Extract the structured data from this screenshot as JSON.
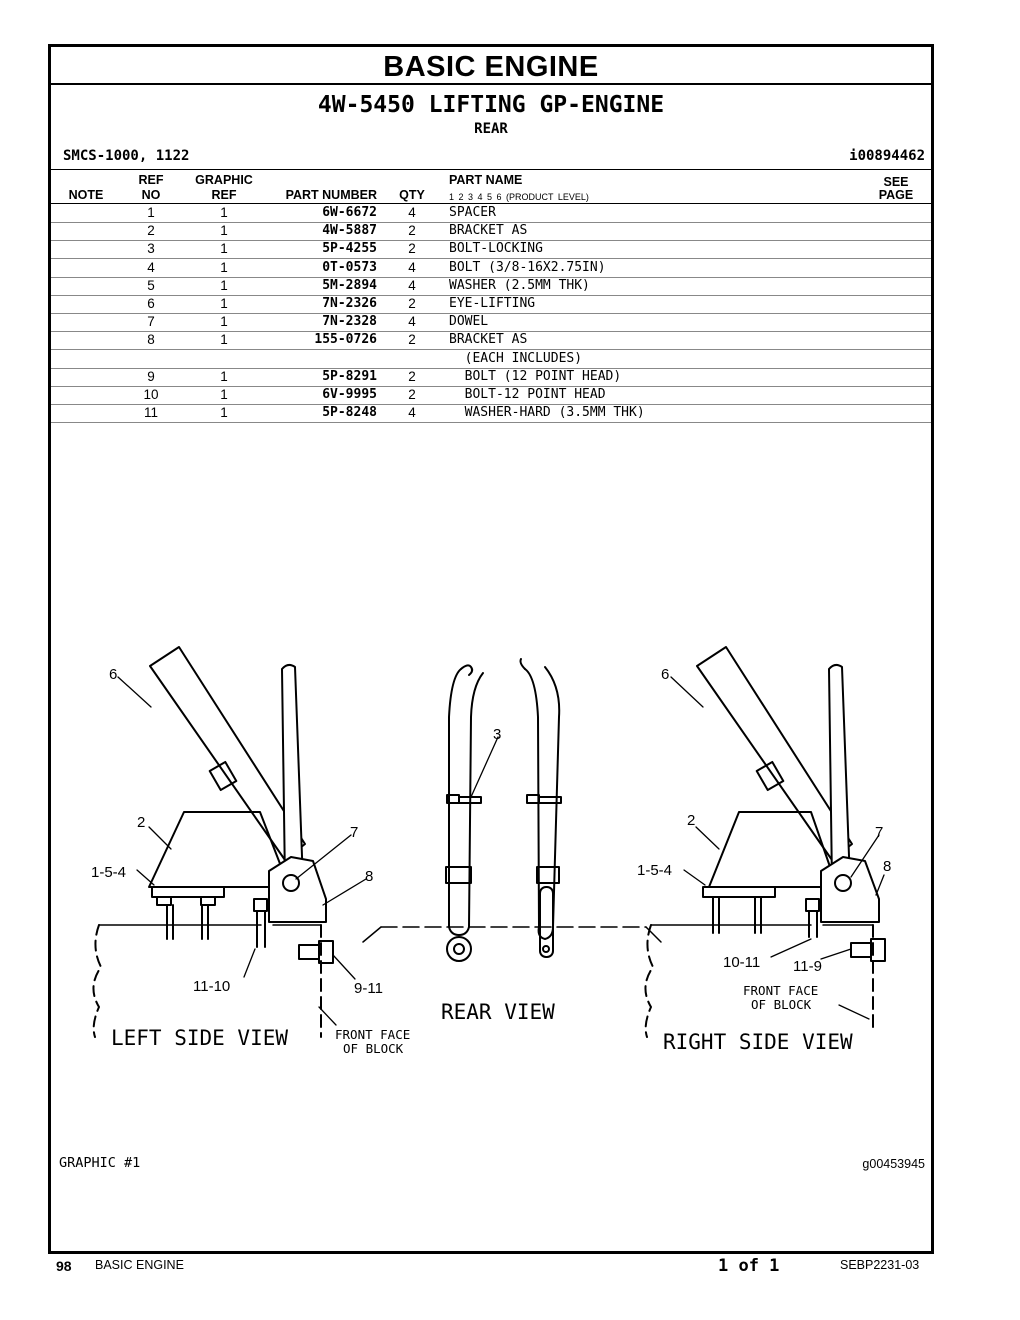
{
  "header": {
    "section_title": "BASIC ENGINE",
    "group_title": "4W-5450 LIFTING GP-ENGINE",
    "group_sub": "REAR",
    "smcs": "SMCS-1000, 1122",
    "doc_id": "i00894462"
  },
  "table": {
    "columns": {
      "note": "NOTE",
      "ref_top": "REF",
      "ref_bottom": "NO",
      "graphic_top": "GRAPHIC",
      "graphic_bottom": "REF",
      "part_number": "PART NUMBER",
      "qty": "QTY",
      "part_name": "PART NAME",
      "levels": "1   2   3   4   5   6   (PRODUCT LEVEL)",
      "see_top": "SEE",
      "see_bottom": "PAGE"
    },
    "rows": [
      {
        "ref": "1",
        "graphic": "1",
        "part_number": "6W-6672",
        "qty": "4",
        "name": "SPACER"
      },
      {
        "ref": "2",
        "graphic": "1",
        "part_number": "4W-5887",
        "qty": "2",
        "name": "BRACKET AS"
      },
      {
        "ref": "3",
        "graphic": "1",
        "part_number": "5P-4255",
        "qty": "2",
        "name": "BOLT-LOCKING"
      },
      {
        "ref": "4",
        "graphic": "1",
        "part_number": "0T-0573",
        "qty": "4",
        "name": "BOLT (3/8-16X2.75IN)"
      },
      {
        "ref": "5",
        "graphic": "1",
        "part_number": "5M-2894",
        "qty": "4",
        "name": "WASHER (2.5MM THK)"
      },
      {
        "ref": "6",
        "graphic": "1",
        "part_number": "7N-2326",
        "qty": "2",
        "name": "EYE-LIFTING"
      },
      {
        "ref": "7",
        "graphic": "1",
        "part_number": "7N-2328",
        "qty": "4",
        "name": "DOWEL"
      },
      {
        "ref": "8",
        "graphic": "1",
        "part_number": "155-0726",
        "qty": "2",
        "name": "BRACKET AS"
      },
      {
        "ref": "",
        "graphic": "",
        "part_number": "",
        "qty": "",
        "name": "  (EACH INCLUDES)"
      },
      {
        "ref": "9",
        "graphic": "1",
        "part_number": "5P-8291",
        "qty": "2",
        "name": "  BOLT (12 POINT HEAD)"
      },
      {
        "ref": "10",
        "graphic": "1",
        "part_number": "6V-9995",
        "qty": "2",
        "name": "  BOLT-12 POINT HEAD"
      },
      {
        "ref": "11",
        "graphic": "1",
        "part_number": "5P-8248",
        "qty": "4",
        "name": "  WASHER-HARD (3.5MM THK)"
      }
    ]
  },
  "diagram": {
    "view_left": "LEFT SIDE VIEW",
    "view_rear": "REAR VIEW",
    "view_right": "RIGHT SIDE VIEW",
    "front_face_line1": "FRONT FACE",
    "front_face_line2": "OF BLOCK",
    "callouts_left": {
      "c6": "6",
      "c2": "2",
      "c154": "1-5-4",
      "c7": "7",
      "c8": "8",
      "c1110": "11-10",
      "c911": "9-11"
    },
    "callouts_rear": {
      "c3": "3"
    },
    "callouts_right": {
      "c6": "6",
      "c2": "2",
      "c154": "1-5-4",
      "c7": "7",
      "c8": "8",
      "c1011": "10-11",
      "c119": "11-9"
    }
  },
  "graphic": {
    "label": "GRAPHIC #1",
    "id": "g00453945"
  },
  "footer": {
    "page_number": "98",
    "section": "BASIC ENGINE",
    "page_of": "1 of 1",
    "doc_code": "SEBP2231-03"
  }
}
